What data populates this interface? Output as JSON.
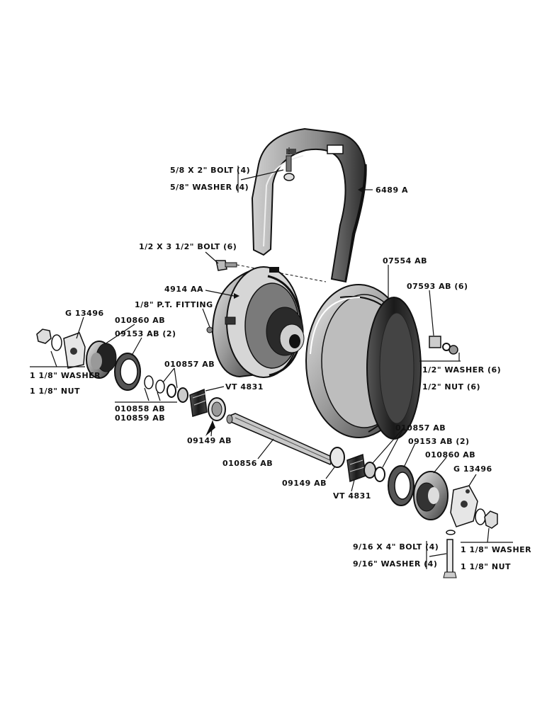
{
  "labels": {
    "bolt_58": "5/8 X 2\" BOLT (4)",
    "washer_58": "5/8\" WASHER (4)",
    "yoke": "6489 A",
    "bolt_12": "1/2 X 3 1/2\" BOLT (6)",
    "rim": "07554 AB",
    "hub": "4914 AA",
    "nut_washer_set": "07593 AB (6)",
    "fitting": "1/8\" P.T. FITTING",
    "block_left": "G 13496",
    "cup_left": "010860 AB",
    "seal_left": "09153 AB (2)",
    "washer_118_left": "1 1/8\" WASHER",
    "nut_118_left": "1 1/8\" NUT",
    "ring_010857_left": "010857 AB",
    "cone_left": "VT 4831",
    "washer_12": "1/2\" WASHER (6)",
    "nut_12": "1/2\" NUT (6)",
    "shim_010858": "010858 AB",
    "shim_010859": "010859 AB",
    "cup_09149_left": "09149 AB",
    "ring_010857_right": "010857 AB",
    "seal_right": "09153 AB (2)",
    "cup_right": "010860 AB",
    "axle": "010856 AB",
    "block_right": "G 13496",
    "cup_09149_right": "09149 AB",
    "cone_right": "VT 4831",
    "bolt_916": "9/16 X 4\" BOLT (4)",
    "washer_916": "9/16\" WASHER (4)",
    "washer_118_right": "1 1/8\" WASHER",
    "nut_118_right": "1 1/8\" NUT"
  }
}
